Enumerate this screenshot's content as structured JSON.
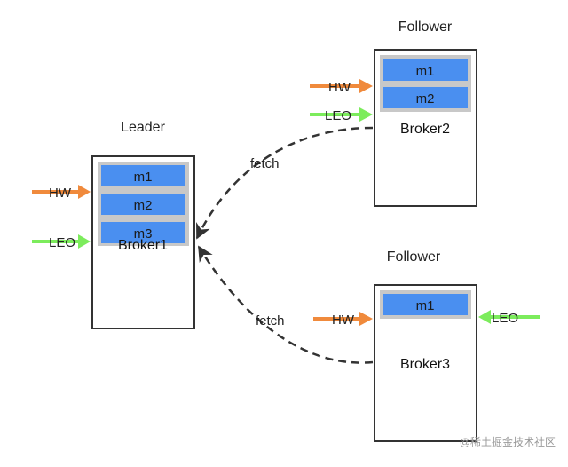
{
  "colors": {
    "box_fill": "#ffffff",
    "box_border": "#333333",
    "message_fill": "#4a8ff0",
    "message_frame": "#c8c8c8",
    "hw_arrow": "#f08a3c",
    "leo_arrow": "#7cec5c",
    "fetch_line": "#333333",
    "watermark": "#9a9a9a"
  },
  "brokers": [
    {
      "role": "Leader",
      "name": "Broker1",
      "messages": [
        "m1",
        "m2",
        "m3"
      ],
      "hw_label": "HW",
      "leo_label": "LEO"
    },
    {
      "role": "Follower",
      "name": "Broker2",
      "messages": [
        "m1",
        "m2"
      ],
      "hw_label": "HW",
      "leo_label": "LEO"
    },
    {
      "role": "Follower",
      "name": "Broker3",
      "messages": [
        "m1"
      ],
      "hw_label": "HW",
      "leo_label": "LEO"
    }
  ],
  "fetch_labels": [
    "fetch",
    "fetch"
  ],
  "watermark": "@稀土掘金技术社区"
}
